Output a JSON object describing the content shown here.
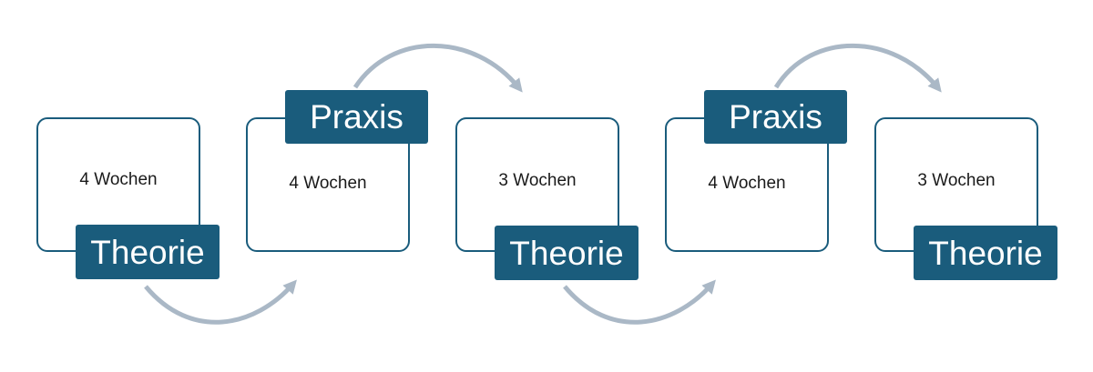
{
  "colors": {
    "box_border": "#1a5c7c",
    "tag_fill": "#1a5c7c",
    "arrow": "#aab8c6"
  },
  "phases": [
    {
      "kind": "theorie",
      "duration": "4 Wochen",
      "tag": "Theorie"
    },
    {
      "kind": "praxis",
      "duration": "4 Wochen",
      "tag": "Praxis"
    },
    {
      "kind": "theorie",
      "duration": "3 Wochen",
      "tag": "Theorie"
    },
    {
      "kind": "praxis",
      "duration": "4 Wochen",
      "tag": "Praxis"
    },
    {
      "kind": "theorie",
      "duration": "3 Wochen",
      "tag": "Theorie"
    }
  ]
}
